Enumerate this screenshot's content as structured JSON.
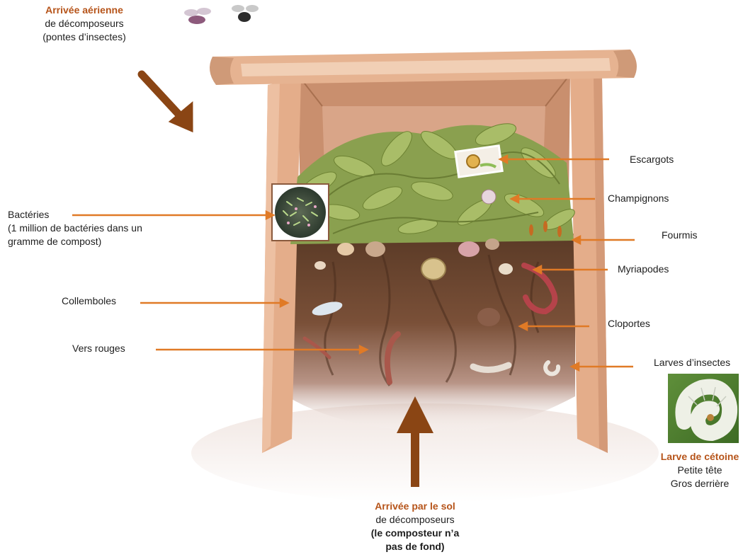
{
  "colors": {
    "accent": "#b6541a",
    "arrow_main": "#8a4514",
    "pointer": "#e07a26",
    "wood": "#e7b08c",
    "soil": "#6e4630",
    "leaves": "#9bb05a"
  },
  "top": {
    "title": "Arrivée aérienne",
    "line1": "de décomposeurs",
    "line2": "(pontes d’insectes)"
  },
  "bottom": {
    "title": "Arrivée par le sol",
    "line1": "de décomposeurs",
    "line2": "(le composteur n’a",
    "line3": "pas de fond)"
  },
  "labels": {
    "bacteries": "Bactéries",
    "bacteries_note1": "(1 million de bactéries dans un",
    "bacteries_note2": "gramme de compost)",
    "collemboles": "Collemboles",
    "vers_rouges": "Vers rouges",
    "escargots": "Escargots",
    "champignons": "Champignons",
    "fourmis": "Fourmis",
    "myriapodes": "Myriapodes",
    "cloportes": "Cloportes",
    "larves": "Larves d’insectes"
  },
  "cetoine": {
    "title": "Larve de cétoine",
    "line1": "Petite tête",
    "line2": "Gros derrière"
  }
}
